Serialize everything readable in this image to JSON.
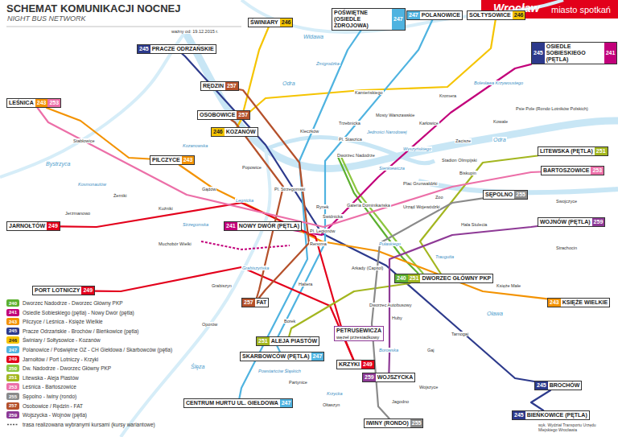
{
  "diagram": {
    "title": "SCHEMAT KOMUNIKACJI NOCNEJ",
    "nodes": [
      {
        "text": [
          "ŚWINIARY",
          "246"
        ]
      },
      {
        "text": [
          "POŚWIĘTNE (OSIEDLE ZDROJOWA)",
          "247"
        ]
      },
      {
        "text": [
          "247",
          "POLANOWICE"
        ]
      },
      {
        "text": [
          "SOŁTYSOWICE",
          "246"
        ]
      },
      {
        "text": [
          "245",
          "OSIEDLE SOBIESKIEGO (PĘTLA)",
          "241"
        ]
      },
      {
        "text": [
          "245",
          "PRACZE ODRZAŃSKIE"
        ]
      },
      {
        "text": [
          "RĘDZIN",
          "257"
        ]
      },
      {
        "text": [
          "OSOBOWICE",
          "257"
        ]
      },
      {
        "text": [
          "LEŚNICA",
          "243",
          "253"
        ]
      },
      {
        "text": [
          "246",
          "KOZANÓW"
        ]
      },
      {
        "text": [
          "PILCZYCE",
          "243"
        ]
      },
      {
        "text": [
          "LITEWSKA (PĘTLA)",
          "251"
        ]
      },
      {
        "text": [
          "JARNOŁTÓW",
          "249"
        ]
      },
      {
        "text": [
          "241",
          "NOWY DWÓR (PĘTLA)"
        ]
      },
      {
        "text": [
          "PORT LOTNICZY",
          "249"
        ]
      },
      {
        "text": [
          "WOJNÓW (PĘTLA)",
          "259"
        ]
      },
      {
        "text": [
          "240",
          "251",
          "DWORZEC GŁÓWNY PKP"
        ]
      },
      {
        "text": [
          "243",
          "KSIĘŻE WIELKIE"
        ]
      },
      {
        "text": [
          "257",
          "FAT"
        ]
      },
      {
        "text": [
          "PETRUSEWICZA",
          "węzeł przesiadkowy"
        ]
      },
      {
        "text": [
          "251",
          "ALEJA PIASTÓW"
        ]
      },
      {
        "text": [
          "SKARBOWCÓW (PĘTLA)",
          "247"
        ]
      },
      {
        "text": [
          "KRZYKI",
          "249"
        ]
      },
      {
        "text": [
          "259",
          "WOJSZYCKA"
        ]
      },
      {
        "text": [
          "CENTRUM HURTU UL. GIEŁDOWA",
          "247"
        ]
      },
      {
        "text": [
          "IWINY (RONDO)",
          "255"
        ]
      },
      {
        "text": [
          "245",
          "BROCHÓW"
        ]
      },
      {
        "text": [
          "245",
          "BIEŃKOWICE (PĘTLA)"
        ]
      },
      {
        "text": [
          "SĘPOLNO",
          "255"
        ]
      },
      {
        "text": [
          "BARTOSZOWICE",
          "253"
        ]
      }
    ],
    "edges": [
      {
        "from": 5,
        "to": 26,
        "arrow": "none"
      },
      {
        "from": 26,
        "to": 27,
        "arrow": "none"
      },
      {
        "from": 4,
        "to": 13,
        "arrow": "none"
      },
      {
        "from": 10,
        "to": 17,
        "arrow": "none"
      },
      {
        "from": 8,
        "to": 10,
        "arrow": "none"
      },
      {
        "from": 0,
        "to": 9,
        "arrow": "none"
      },
      {
        "from": 3,
        "to": 9,
        "arrow": "none"
      },
      {
        "from": 2,
        "to": 21,
        "arrow": "none"
      },
      {
        "from": 1,
        "to": 24,
        "arrow": "none"
      },
      {
        "from": 12,
        "to": 22,
        "arrow": "none"
      },
      {
        "from": 14,
        "to": 22,
        "arrow": "none"
      },
      {
        "from": 11,
        "to": 16,
        "arrow": "none"
      },
      {
        "from": 16,
        "to": 20,
        "arrow": "none"
      },
      {
        "from": 6,
        "to": 18,
        "arrow": "none"
      },
      {
        "from": 7,
        "to": 18,
        "arrow": "none"
      },
      {
        "from": 23,
        "to": 15,
        "arrow": "none"
      },
      {
        "from": 8,
        "to": 29,
        "arrow": "none"
      },
      {
        "from": 28,
        "to": 25,
        "arrow": "none"
      }
    ],
    "labels": [
      "NIGHT BUS NETWORK",
      "ważny od: 19.12.2015 r.",
      "Wrocław",
      "miasto spotkań",
      "wyk. Wydział Transportu Urzędu Miejskiego Wrocławia",
      "240",
      "241",
      "243",
      "245",
      "246",
      "247",
      "249",
      "250",
      "251",
      "253",
      "255",
      "257",
      "259",
      "Rynek",
      "Świdnicka",
      "Renoma",
      "Galeria Dominikańska",
      "Plac Grunwaldzki",
      "Dworzec Nadodrze",
      "Pl. Staszica",
      "Trzebnicka",
      "Kamieńskiego",
      "Psie Pole (Rondo Lotników Polskich)",
      "Kowale",
      "Zacisze",
      "Karłowice",
      "Kleczków",
      "Pl. Strzegomski",
      "Popowice",
      "Gądów",
      "Kuźniki",
      "Muchobór Wielki",
      "Żerniki",
      "Oporów",
      "Grabiszyn",
      "Borek",
      "Partynice",
      "Ołtaszyn",
      "Jagodno",
      "Wojszyce",
      "Tarnogaj",
      "Huby",
      "Gaj",
      "Księże Małe",
      "Strachocin",
      "Swojczyce",
      "Biskupin",
      "Zoo",
      "Hala Stulecia",
      "Urząd Wojewódzki",
      "Arkady (Capitol)",
      "Dworzec Autobusowy",
      "Pl. Legionów",
      "Hallera",
      "Stadion Olimpijski",
      "Mosty Warszawskie",
      "Kromera",
      "Stabłowice",
      "Jerzmanowo",
      "Sienkiewicza",
      "Pułaskiego",
      "Krzycka",
      "Grabiszyńska",
      "Legnicka",
      "Strzegomska",
      "Kosmonautów",
      "Powstańców Śląskich",
      "Borowska",
      "Traugutta",
      "Żmigrodzka",
      "Bolesława Krzywoustego",
      "Jedności Narodowej",
      "Wyszyńskiego",
      "Kozanowska",
      "Odra",
      "Odra",
      "Oława",
      "Widawa",
      "Ślęza",
      "Bystrzyca"
    ],
    "legend": [
      {
        "text": "Dworzec Nadodrze - Dworzec Główny PKP",
        "color": "#5cb030"
      },
      {
        "text": "Osiedle Sobieskiego (pętla) - Nowy Dwór (pętla)",
        "color": "#c2007a"
      },
      {
        "text": "Pilczyce / Leśnica - Księże Wielkie",
        "color": "#f39200"
      },
      {
        "text": "Pracze Odrzańskie - Brochów / Bieńkowice (pętla)",
        "color": "#2d3a8c"
      },
      {
        "text": "Świniary / Sołtysowice - Kozanów",
        "color": "#f5c400"
      },
      {
        "text": "Polanowice / Poświętne OZ - CH Giełdowa / Skarbowców (pętla)",
        "color": "#4fb3e0"
      },
      {
        "text": "Jarnołtów / Port Lotniczy - Krzyki",
        "color": "#e3001b"
      },
      {
        "text": "Dw. Nadodrze - Dworzec Główny PKP",
        "color": "#8cc63f"
      },
      {
        "text": "Litewska - Aleja Piastów",
        "color": "#a3b61f"
      },
      {
        "text": "Leśnica - Bartoszowice",
        "color": "#ec6fa8"
      },
      {
        "text": "Sępolno - Iwiny (rondo)",
        "color": "#8a8a8a"
      },
      {
        "text": "Osobowice / Rędzin - FAT",
        "color": "#b5512b"
      },
      {
        "text": "Wojszycka - Wojnów (pętla)",
        "color": "#8e3a96"
      },
      {
        "text": "trasa realizowana wybranymi kursami (kursy wariantowe)"
      }
    ]
  }
}
